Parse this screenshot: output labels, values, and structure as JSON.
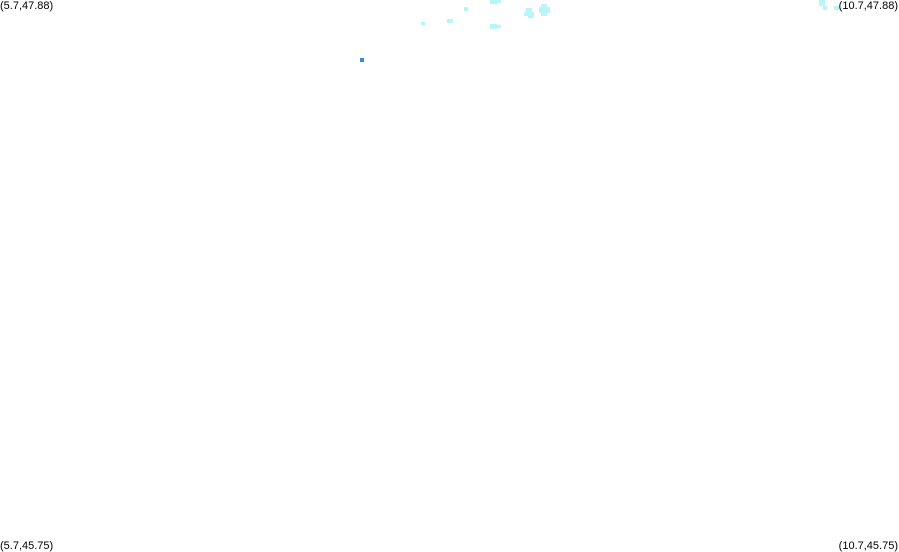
{
  "map": {
    "corners": {
      "top_left": "(5.7,47.88)",
      "top_right": "(10.7,47.88)",
      "bottom_left": "(5.7,45.75)",
      "bottom_right": "(10.7,45.75)"
    },
    "extent": {
      "lon_min": 5.7,
      "lon_max": 10.7,
      "lat_min": 45.75,
      "lat_max": 47.88
    },
    "colors": {
      "background": "#ffffff",
      "feature_light": "#b8f4f8",
      "feature_dark": "#3a8fd0",
      "label": "#000000"
    }
  }
}
